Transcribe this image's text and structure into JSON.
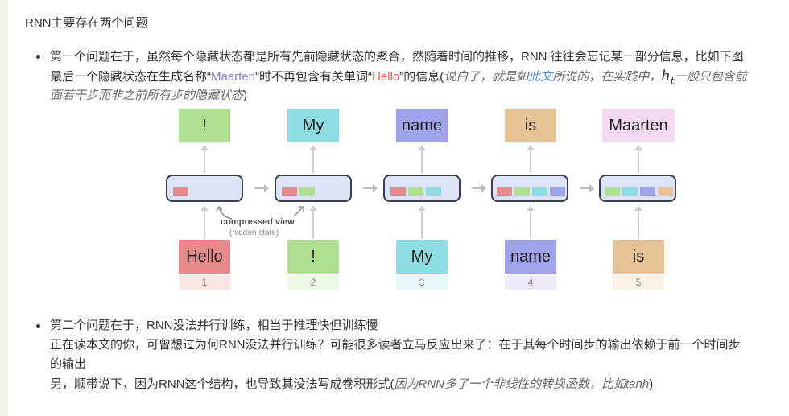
{
  "heading": "RNN主要存在两个问题",
  "p1": {
    "line1": "第一个问题在于，虽然每个隐藏状态都是所有先前隐藏状态的聚合，然随着时间的推移，RNN 往往会忘记某一部分信息，比如下图",
    "line2_a": "最后一个隐藏状态在生成名称“",
    "line2_maarten": "Maarten",
    "line2_b": "”时不再包含有关单词“",
    "line2_hello": "Hello",
    "line2_c": "”的信息(",
    "line2_it1": "说白了，就是如",
    "line2_link": "此文",
    "line2_it2": "所说的，在实践中，",
    "math_h": "h",
    "math_t": "t",
    "line2_it3": "一般只包含前",
    "line3_it": "面若干步而非之前所有步的隐藏状态",
    "line3_close": ")"
  },
  "figure": {
    "outputs": [
      "!",
      "My",
      "name",
      "is",
      "Maarten"
    ],
    "inputs": [
      "Hello",
      "!",
      "My",
      "name",
      "is"
    ],
    "indices": [
      "1",
      "2",
      "3",
      "4",
      "5"
    ],
    "compressed_label": "compressed view",
    "hidden_label": "(hidden state)",
    "colors": {
      "hello": "#e58a8a",
      "excl": "#aee08f",
      "my": "#8fdde4",
      "name": "#9ea3ea",
      "is": "#e6c294",
      "maarten": "#f4d9f3",
      "state_bg": "#dde3f6"
    }
  },
  "p2": {
    "line1": "第二个问题在于，RNN没法并行训练，相当于推理快但训练慢",
    "line2": "正在读本文的你，可曾想过为何RNN没法并行训练？可能很多读者立马反应出来了：在于其每个时间步的输出依赖于前一个时间步",
    "line3": "的输出",
    "line4_a": "另，顺带说下，因为RNN这个结构，也导致其没法写成卷积形式(",
    "line4_it": "因为RNN多了一个非线性的转换函数，比如tanh",
    "line4_close": ")"
  }
}
